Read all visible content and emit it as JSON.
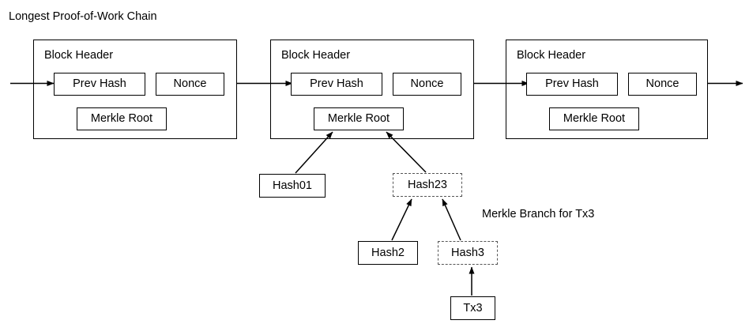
{
  "diagram": {
    "title": "Longest Proof-of-Work Chain",
    "annotation": "Merkle Branch for Tx3",
    "colors": {
      "background": "#ffffff",
      "stroke": "#000000",
      "dashed_stroke": "#555555",
      "text": "#000000"
    }
  },
  "blocks": [
    {
      "id": "block-1",
      "header_label": "Block Header",
      "prev_hash_label": "Prev Hash",
      "nonce_label": "Nonce",
      "merkle_root_label": "Merkle Root"
    },
    {
      "id": "block-2",
      "header_label": "Block Header",
      "prev_hash_label": "Prev Hash",
      "nonce_label": "Nonce",
      "merkle_root_label": "Merkle Root"
    },
    {
      "id": "block-3",
      "header_label": "Block Header",
      "prev_hash_label": "Prev Hash",
      "nonce_label": "Nonce",
      "merkle_root_label": "Merkle Root"
    }
  ],
  "merkle_nodes": [
    {
      "id": "hash01",
      "label": "Hash01",
      "style": "solid"
    },
    {
      "id": "hash23",
      "label": "Hash23",
      "style": "dashed"
    },
    {
      "id": "hash2",
      "label": "Hash2",
      "style": "solid"
    },
    {
      "id": "hash3",
      "label": "Hash3",
      "style": "dashed"
    },
    {
      "id": "tx3",
      "label": "Tx3",
      "style": "solid"
    }
  ]
}
